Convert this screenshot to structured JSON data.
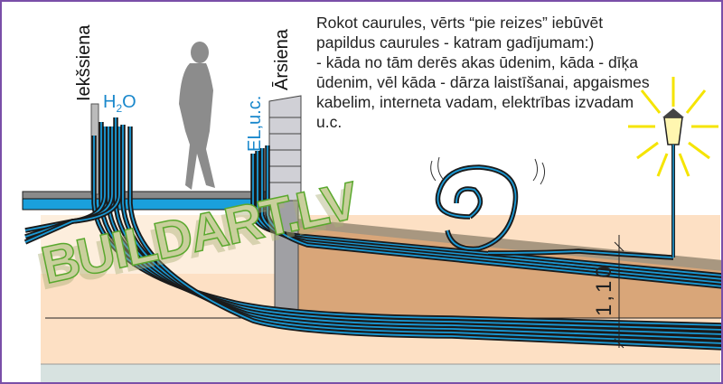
{
  "labels": {
    "inner_wall": "Iekšsiena",
    "outer_wall": "Ārsiena",
    "water": "H",
    "water_sub": "2",
    "water_o": "O",
    "electric": "EL,u.c.",
    "depth": "1,10",
    "watermark": "BUILDART.LV"
  },
  "note": "Rokot caurules, vērts “pie reizes” iebūvēt papildus caurules - katram gadījumam:)\n - kāda no tām derēs akas ūdenim, kāda - dīķa ūdenim, vēl kāda - dārza laistīšanai, apgaismes kabelim, interneta vadam, elektrības izvadam u.c.",
  "colors": {
    "pipe": "#1a9ad6",
    "border": "#7a4fa8",
    "sand": "#fde0c4",
    "soil": "#d4a47a",
    "lamp_rays": "#f5e400"
  }
}
